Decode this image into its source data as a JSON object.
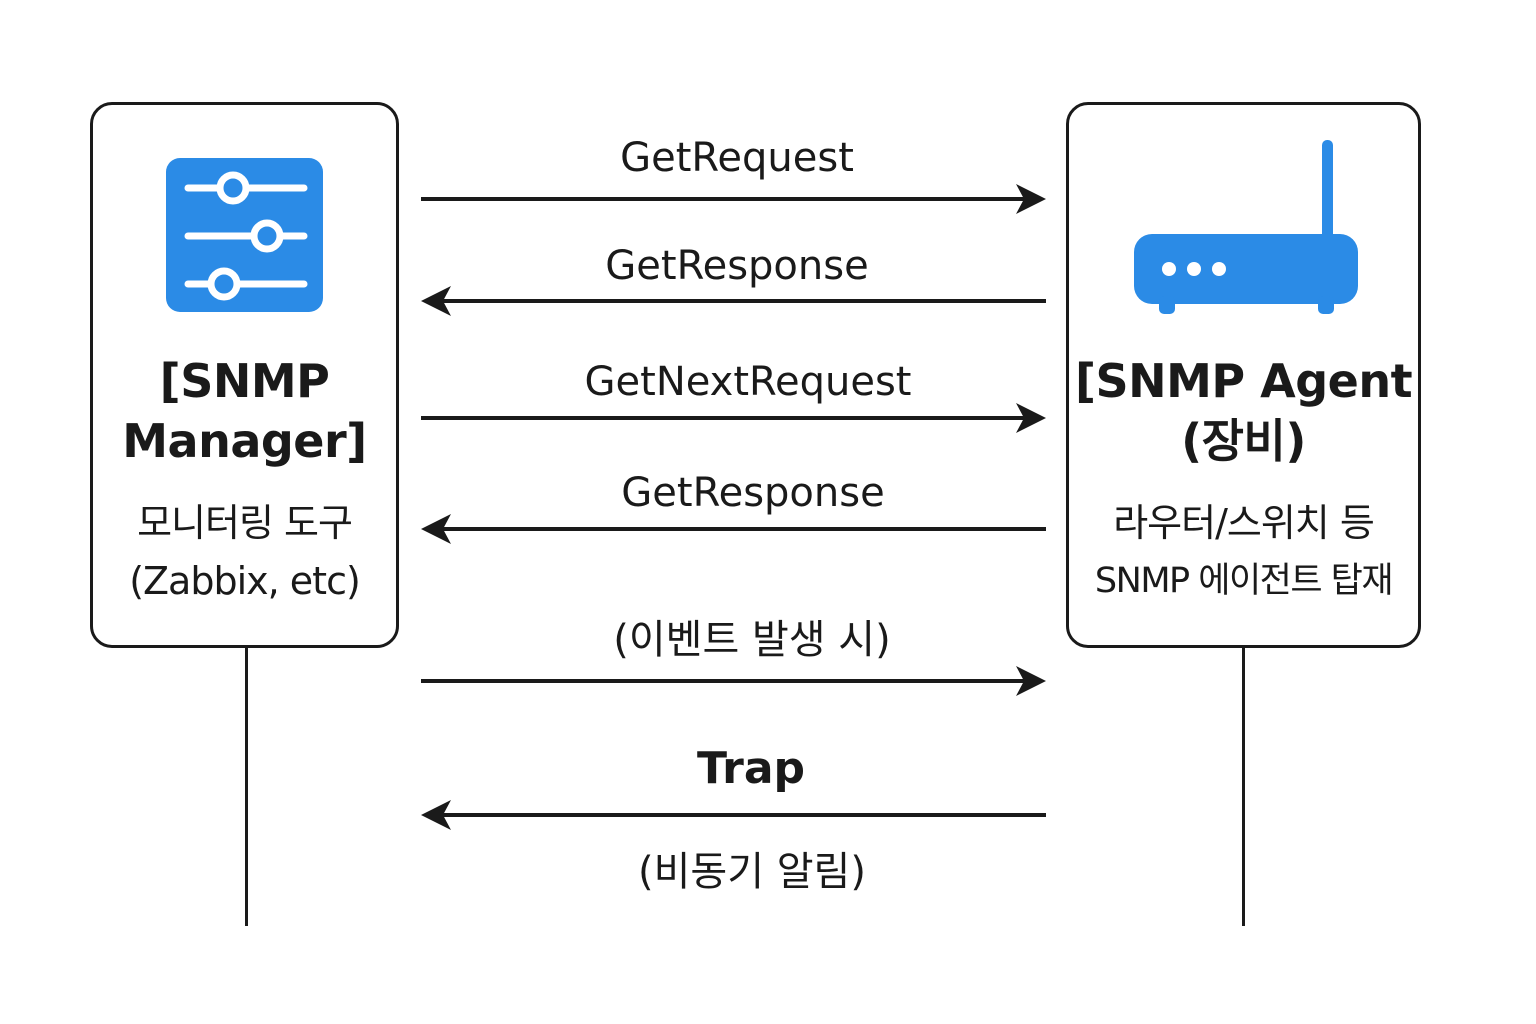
{
  "manager": {
    "icon": "sliders-icon",
    "title_line1": "[SNMP",
    "title_line2": "Manager]",
    "desc_line1": "모니터링 도구",
    "desc_line2": "(Zabbix, etc)"
  },
  "agent": {
    "icon": "router-icon",
    "title_line1": "[SNMP Agent",
    "title_line2": "(장비)",
    "desc_line1": "라우터/스위치 등",
    "desc_line2": "SNMP 에이전트 탑재"
  },
  "messages": [
    {
      "label": "GetRequest",
      "direction": "right"
    },
    {
      "label": "GetResponse",
      "direction": "left"
    },
    {
      "label": "GetNextRequest",
      "direction": "right"
    },
    {
      "label": "GetResponse",
      "direction": "left"
    },
    {
      "label": "(이벤트 발생 시)",
      "direction": "right"
    },
    {
      "label": "Trap",
      "direction": "left"
    }
  ],
  "trap_note": "(비동기 알림)",
  "colors": {
    "icon_blue": "#2b8be6",
    "line": "#1a1a1a"
  }
}
